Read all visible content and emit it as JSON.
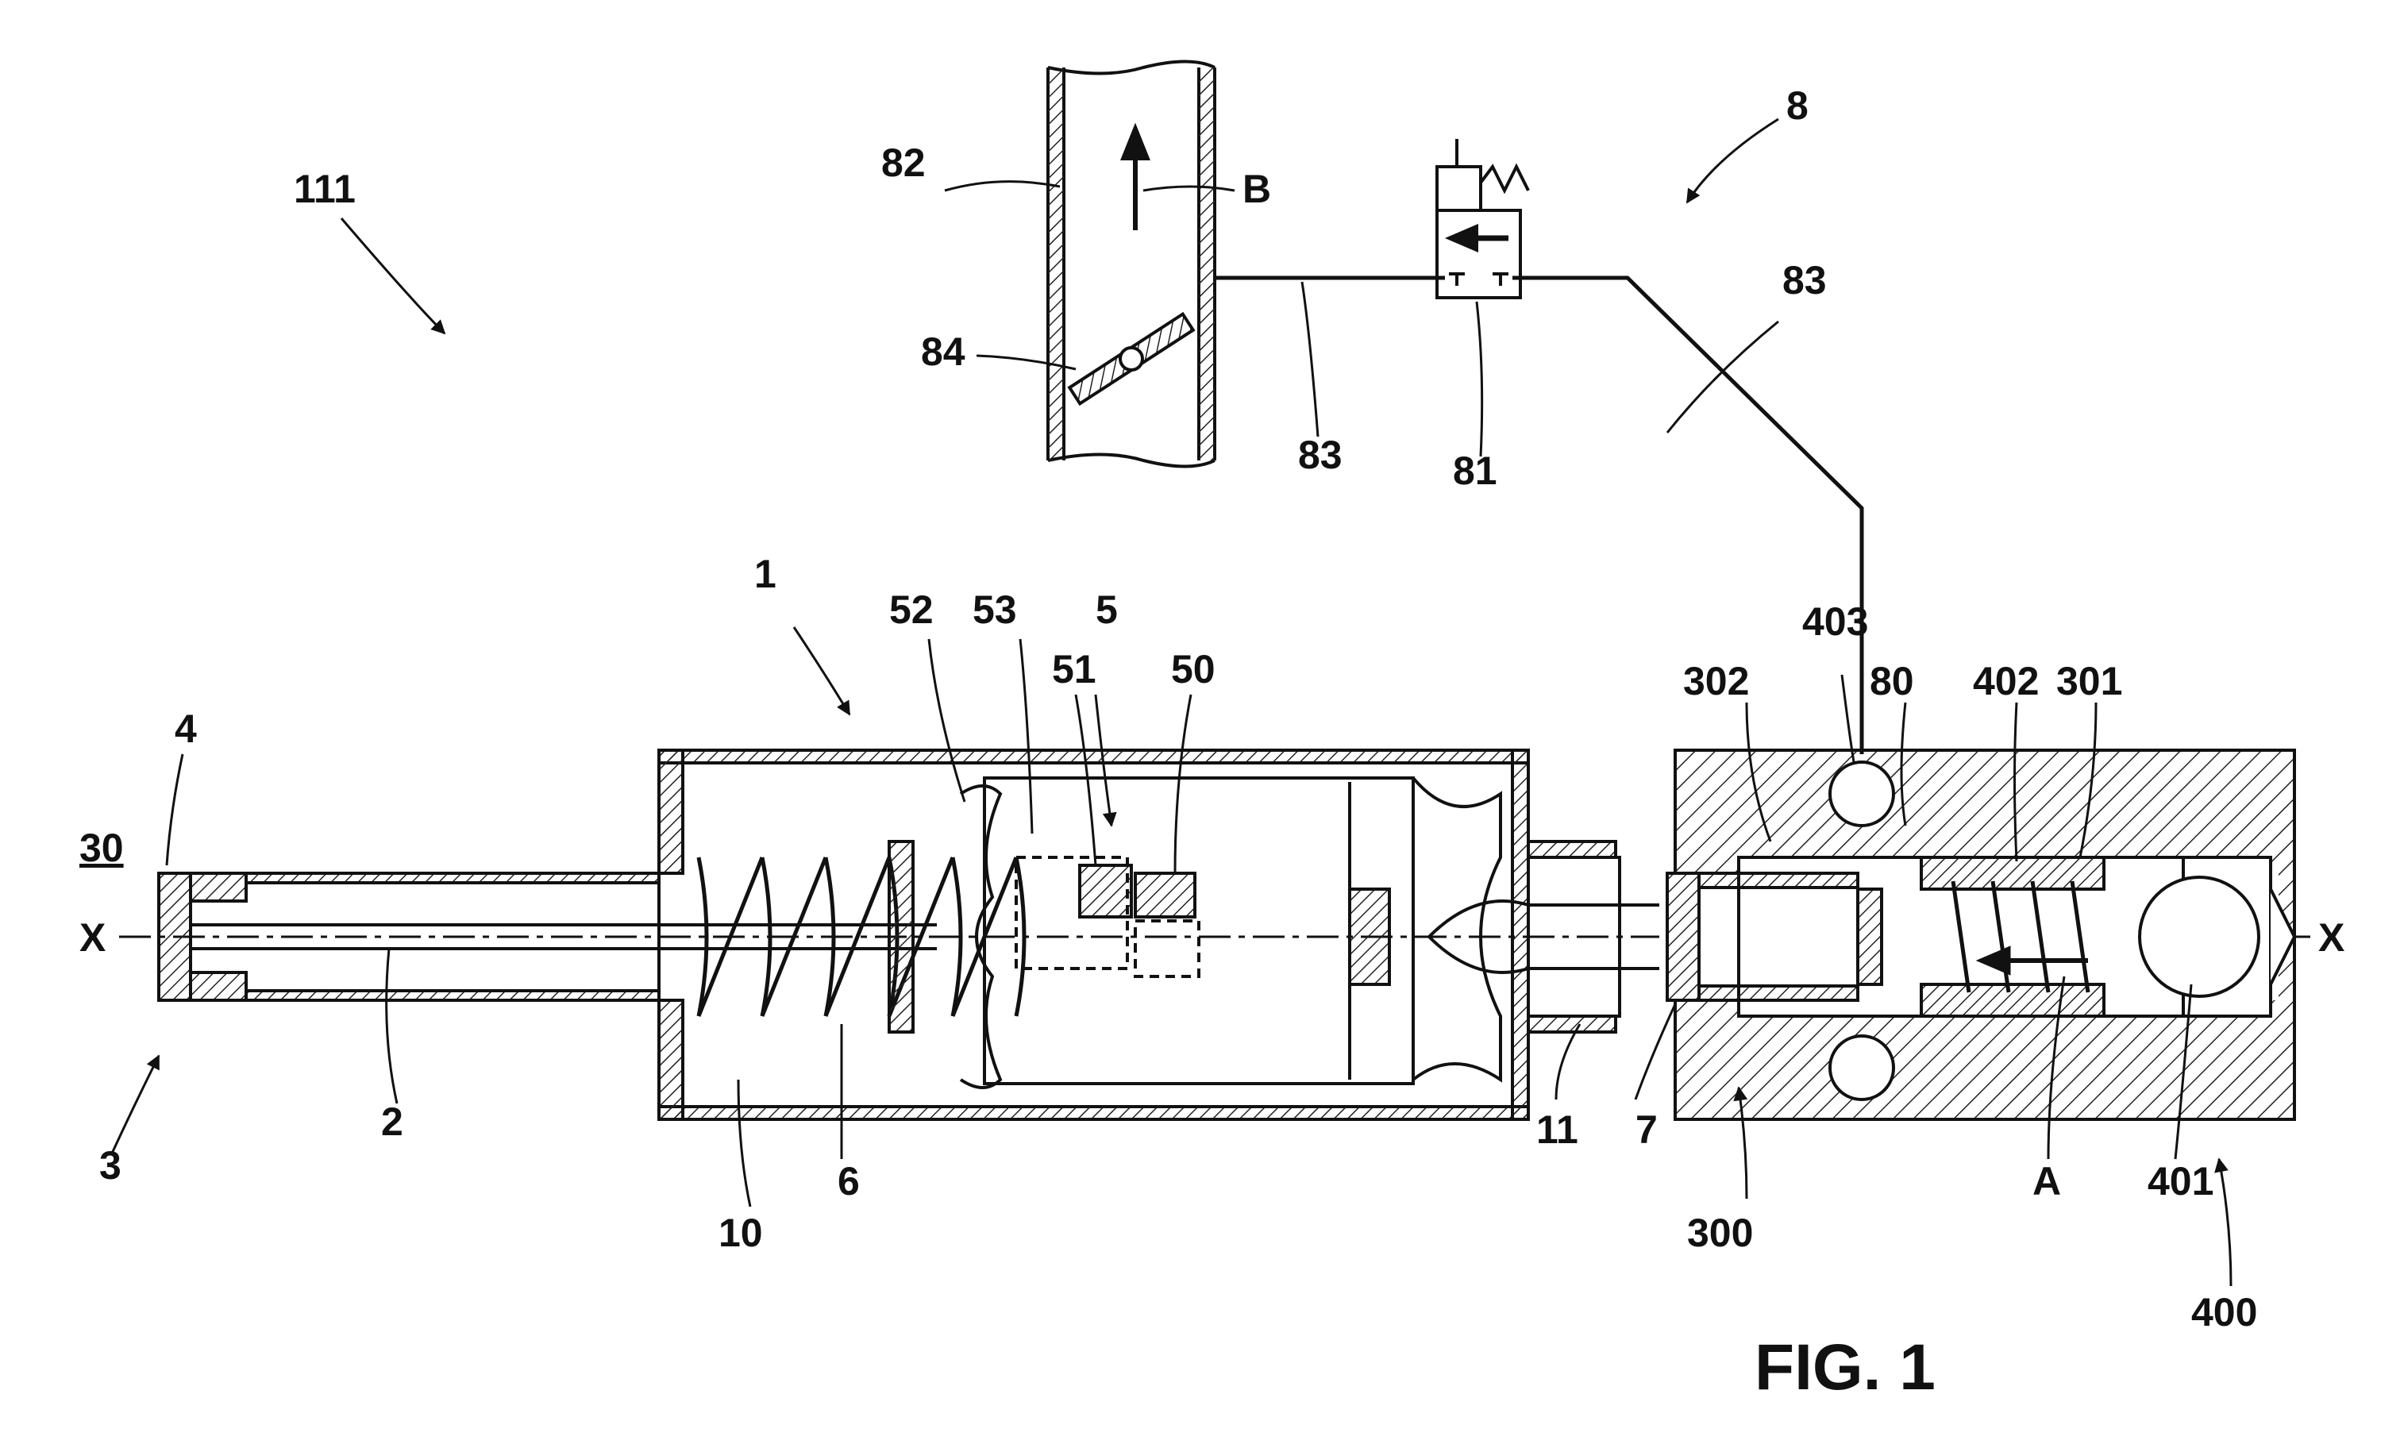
{
  "figure": {
    "caption": "FIG. 1",
    "axis_label_left": "X",
    "axis_label_right": "X",
    "labels": {
      "n111": "111",
      "n8": "8",
      "n82": "82",
      "nB": "B",
      "n84": "84",
      "n83a": "83",
      "n83b": "83",
      "n81": "81",
      "n1": "1",
      "n52": "52",
      "n53": "53",
      "n5": "5",
      "n51": "51",
      "n50": "50",
      "n403": "403",
      "n80": "80",
      "n402": "402",
      "n301": "301",
      "n302": "302",
      "n30": "30",
      "n4": "4",
      "n3": "3",
      "n2": "2",
      "n10": "10",
      "n6": "6",
      "n11": "11",
      "n7": "7",
      "n300": "300",
      "nA": "A",
      "n401": "401",
      "n400": "400"
    }
  }
}
